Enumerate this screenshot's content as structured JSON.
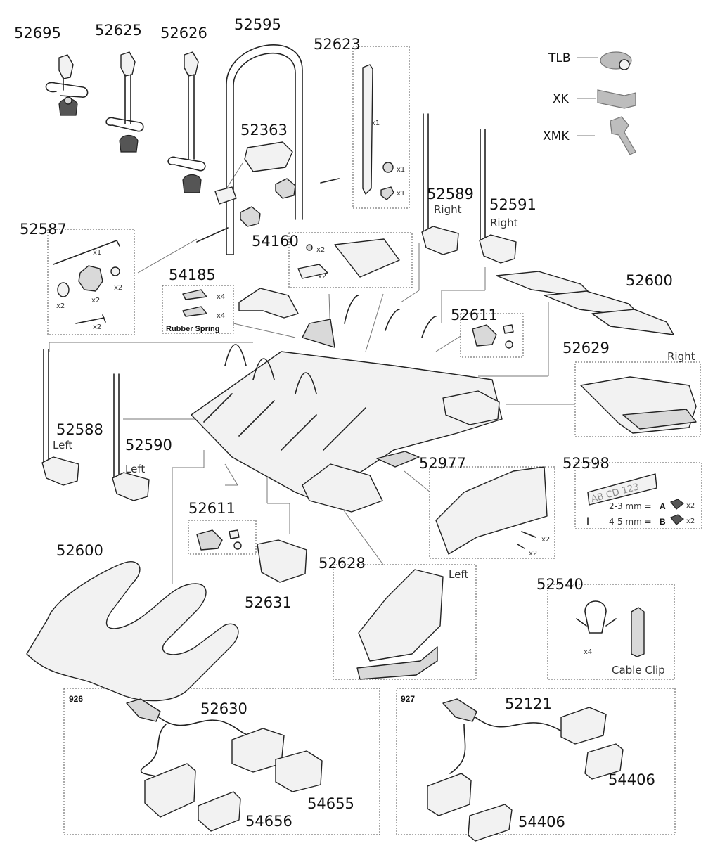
{
  "labels": {
    "p52695": "52695",
    "p52625": "52625",
    "p52626": "52626",
    "p52595": "52595",
    "p52623": "52623",
    "p52363": "52363",
    "p52587": "52587",
    "p54160": "54160",
    "p52589": "52589",
    "p52589_side": "Right",
    "p52591": "52591",
    "p52591_side": "Right",
    "p54185": "54185",
    "p52600_top": "52600",
    "p52611_top": "52611",
    "p52629": "52629",
    "p52629_side": "Right",
    "p52588": "52588",
    "p52588_side": "Left",
    "p52590": "52590",
    "p52590_side": "Left",
    "p52977": "52977",
    "p52598": "52598",
    "p52611_bottom": "52611",
    "p52600_bottom": "52600",
    "p52631": "52631",
    "p52628": "52628",
    "p52628_side": "Left",
    "p52540": "52540",
    "p52630": "52630",
    "p54655": "54655",
    "p54656": "54656",
    "p52121": "52121",
    "p54406_a": "54406",
    "p54406_b": "54406",
    "tlb": "TLB",
    "xk": "XK",
    "xmk": "XMK",
    "model_926": "926",
    "model_927": "927"
  },
  "annotations": {
    "x1": "x1",
    "x2": "x2",
    "x4": "x4",
    "rubber_spring": "Rubber Spring",
    "cable_clip": "Cable Clip",
    "plate_text": "AB CD 123",
    "spacer_2_3": "2-3 mm =",
    "spacer_4_5": "4-5 mm =",
    "spacer_a": "A",
    "spacer_b": "B"
  }
}
